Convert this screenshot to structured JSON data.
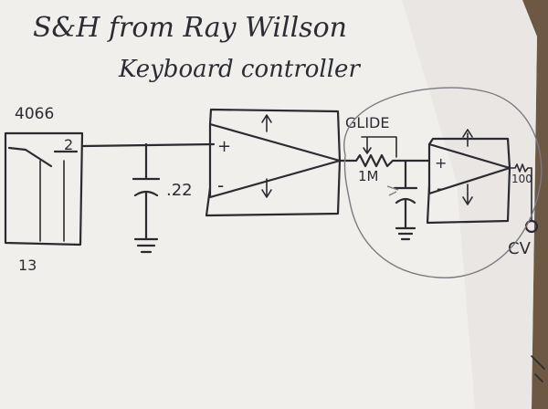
{
  "title": {
    "line1": "S&H from Ray Willson",
    "line2": "Keyboard controller"
  },
  "labels": {
    "chip": "4066",
    "chip_pin_out": "2",
    "chip_pin_ctrl": "13",
    "cap1": ".22",
    "glide": "GLIDE",
    "resistor": "1M",
    "resistor2": "100",
    "plus1": "+",
    "minus1": "-",
    "plus2": "+",
    "minus2": "-",
    "cv": "CV"
  }
}
